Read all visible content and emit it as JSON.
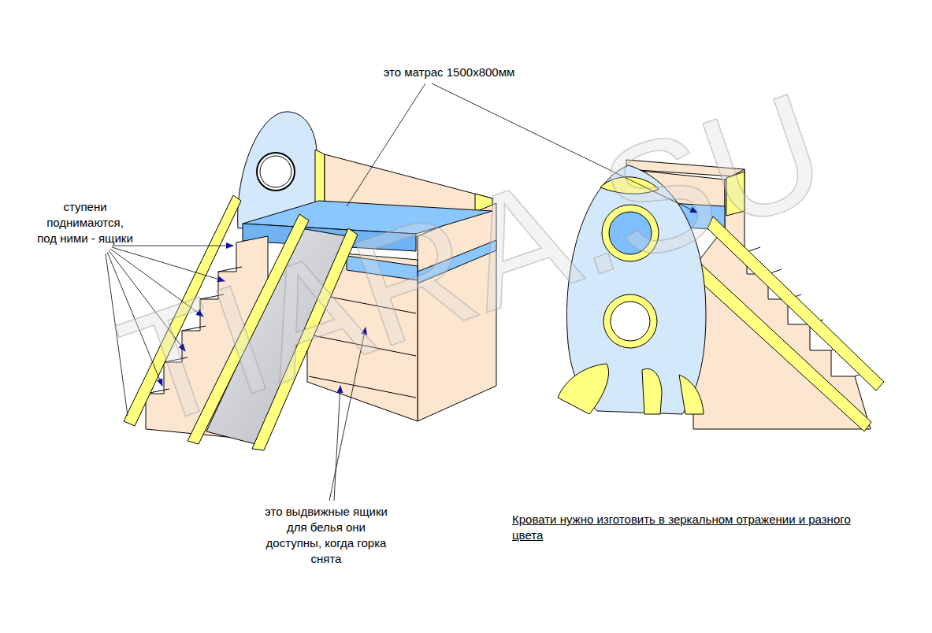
{
  "diagram": {
    "labels": [
      "это матрас 1500x800мм",
      "ступени поднимаются, под ними - ящики",
      "это выдвижные ящики для белья они доступны, когда горка снята",
      "Кровати нужно изготовить в зеркальном отражении и разного цвета",
      "TIARA.SU"
    ]
  }
}
